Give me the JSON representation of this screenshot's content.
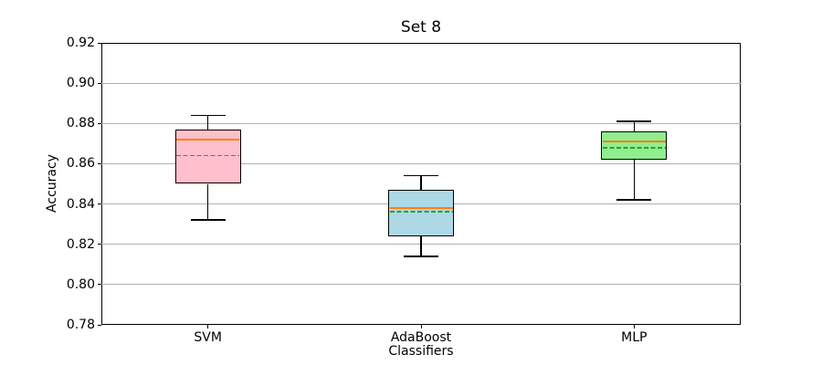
{
  "chart_data": {
    "type": "boxplot",
    "title": "Set 8",
    "xlabel": "Classifiers",
    "ylabel": "Accuracy",
    "ylim": [
      0.78,
      0.92
    ],
    "yticks": [
      "0.78",
      "0.80",
      "0.82",
      "0.84",
      "0.86",
      "0.88",
      "0.90",
      "0.92"
    ],
    "grid": "horizontal-gridlines-on",
    "legend": "none",
    "categories": [
      "SVM",
      "AdaBoost",
      "MLP"
    ],
    "series": [
      {
        "name": "SVM",
        "whisker_low": 0.832,
        "q1": 0.85,
        "median": 0.872,
        "mean": 0.864,
        "q3": 0.877,
        "whisker_high": 0.884,
        "fill_color": "#ffc0cb"
      },
      {
        "name": "AdaBoost",
        "whisker_low": 0.814,
        "q1": 0.824,
        "median": 0.838,
        "mean": 0.836,
        "q3": 0.847,
        "whisker_high": 0.854,
        "fill_color": "#add8e6"
      },
      {
        "name": "MLP",
        "whisker_low": 0.842,
        "q1": 0.862,
        "median": 0.871,
        "mean": 0.868,
        "q3": 0.876,
        "whisker_high": 0.881,
        "fill_color": "#90ee90"
      }
    ],
    "style": {
      "median_color": "#ff7f0e",
      "mean_color": "#2ca02c",
      "mean_line_style": "dashed",
      "box_edge_color": "#000000",
      "whisker_color": "#000000",
      "grid_color": "#b0b0b0",
      "background_color": "#ffffff"
    }
  }
}
